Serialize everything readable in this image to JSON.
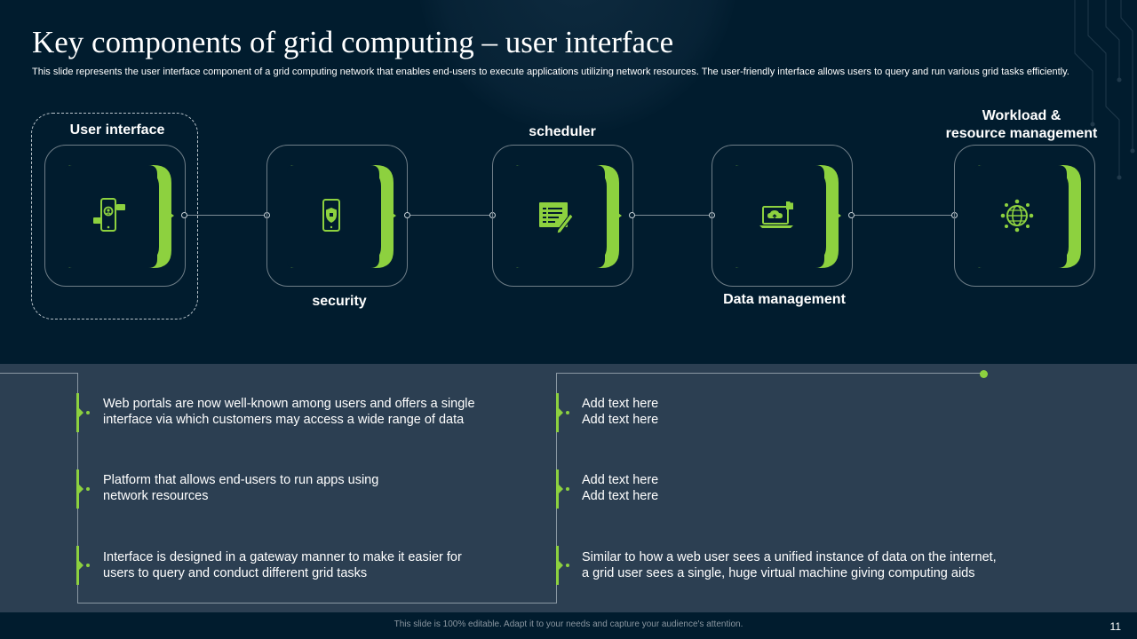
{
  "slide": {
    "title": "Key components of grid computing – user interface",
    "subtitle": "This slide represents the user interface component of a grid computing network that enables end-users to execute applications utilizing network resources. The user-friendly interface allows users to query and run various grid tasks efficiently.",
    "footer": "This slide is 100% editable. Adapt it to your needs and capture your audience's attention.",
    "page_number": "11"
  },
  "colors": {
    "background": "#011c2e",
    "panel": "#2c3f52",
    "accent_green": "#8dd13f"
  },
  "nodes": [
    {
      "label": "User interface",
      "icon": "mobile-user-chat-icon"
    },
    {
      "label": "security",
      "icon": "mobile-shield-lock-icon"
    },
    {
      "label": "scheduler",
      "icon": "document-pen-icon"
    },
    {
      "label": "Data management",
      "icon": "laptop-cloud-icon"
    },
    {
      "label_line1": "Workload &",
      "label_line2": "resource management",
      "icon": "globe-network-icon"
    }
  ],
  "left_points": [
    {
      "line1": "Web portals are now well-known among users and offers a single",
      "line2": "interface via which customers may access a wide range of data"
    },
    {
      "line1": "Platform that allows end-users to run apps using",
      "line2": "network resources"
    },
    {
      "line1": "Interface is designed in a gateway manner to make it easier for",
      "line2": "users to query and conduct different grid tasks"
    }
  ],
  "right_points": [
    {
      "line1": "Add text here",
      "line2": "Add text here"
    },
    {
      "line1": "Add text here",
      "line2": "Add text here"
    },
    {
      "line1": "Similar to how a web user sees a unified instance of data on the internet,",
      "line2": "a grid user sees a single, huge virtual machine giving computing aids"
    }
  ]
}
